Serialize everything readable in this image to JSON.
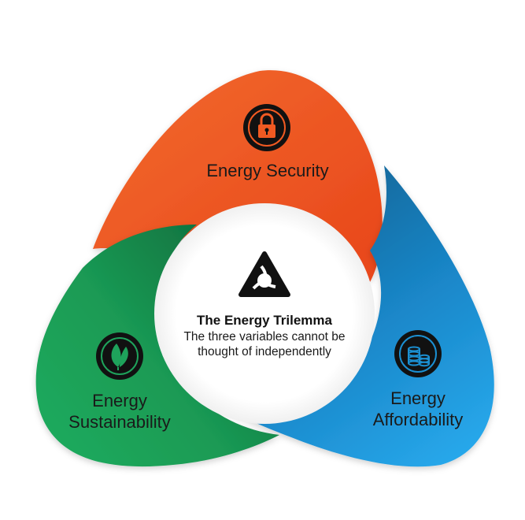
{
  "diagram": {
    "center": {
      "title": "The Energy Trilemma",
      "subtitle_line1": "The three variables cannot be",
      "subtitle_line2": "thought of independently",
      "logo_icon": "trilemma-logo-icon"
    },
    "segments": [
      {
        "id": "security",
        "label_lines": [
          "Energy Security"
        ],
        "icon": "lock-icon",
        "color": "#f15a22"
      },
      {
        "id": "affordability",
        "label_lines": [
          "Energy",
          "Affordability"
        ],
        "icon": "coins-icon",
        "color": "#1b8fd1"
      },
      {
        "id": "sustainability",
        "label_lines": [
          "Energy",
          "Sustainability"
        ],
        "icon": "leaf-icon",
        "color": "#1ea35b"
      }
    ]
  }
}
